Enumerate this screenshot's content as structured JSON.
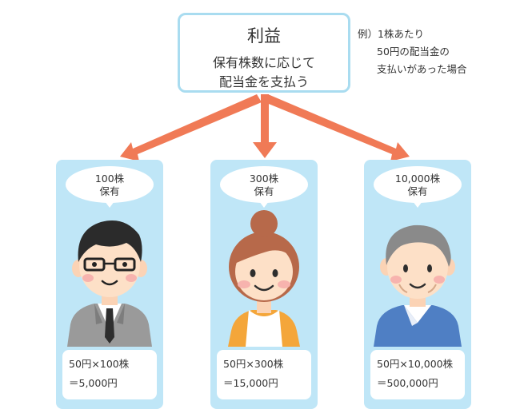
{
  "top": {
    "title": "利益",
    "lines": [
      "保有株数に応じて",
      "配当金を支払う"
    ]
  },
  "note": {
    "lines": [
      "例）1株あたり",
      "50円の配当金の",
      "支払いがあった場合"
    ]
  },
  "colors": {
    "arrow": "#f07a56",
    "panel": "#bfe6f7",
    "box_border": "#a9dcf0"
  },
  "holders": [
    {
      "bubble": [
        "100株",
        "保有"
      ],
      "calc": [
        "50円×100株",
        "＝5,000円"
      ],
      "figure": "young-man-with-glasses"
    },
    {
      "bubble": [
        "300株",
        "保有"
      ],
      "calc": [
        "50円×300株",
        "＝15,000円"
      ],
      "figure": "woman-with-bun"
    },
    {
      "bubble": [
        "10,000株",
        "保有"
      ],
      "calc": [
        "50円×10,000株",
        "＝500,000円"
      ],
      "figure": "elderly-man"
    }
  ]
}
